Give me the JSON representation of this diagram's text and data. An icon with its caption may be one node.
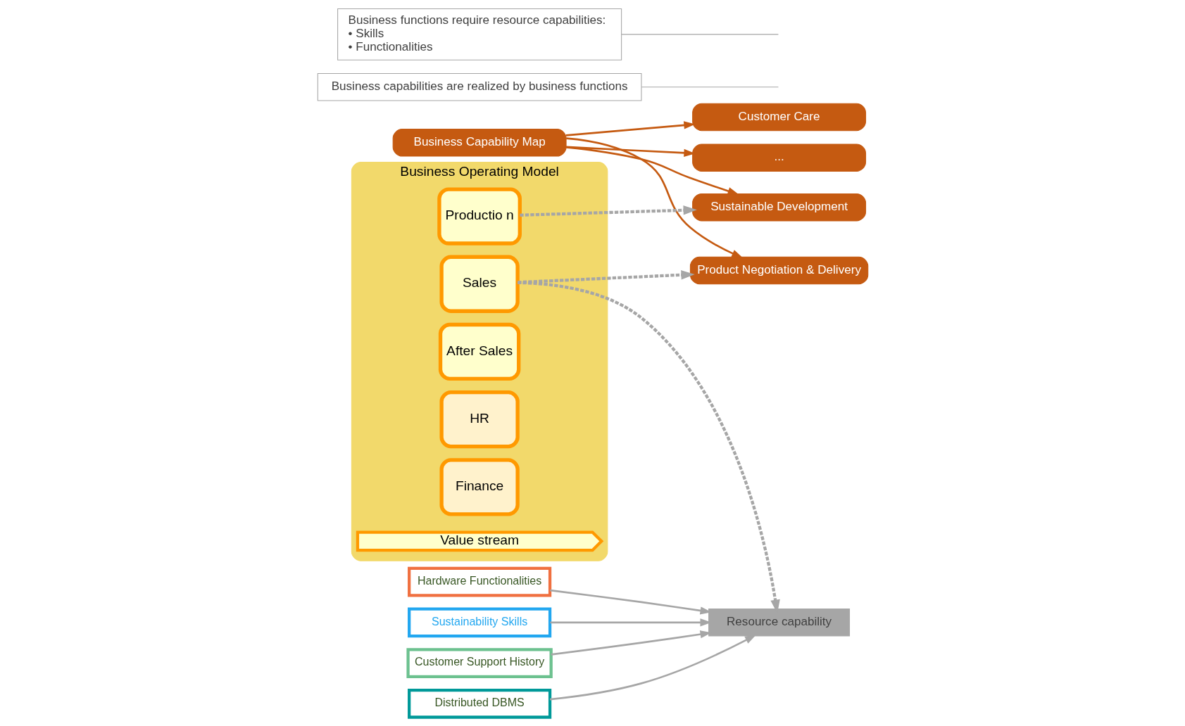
{
  "diagram": {
    "nodes": [
      {
        "text": [
          "Business Capability Map"
        ]
      },
      {
        "text": [
          "Sustainable Development"
        ]
      },
      {
        "text": [
          "Product Negotiation & Delivery"
        ]
      },
      {
        "text": [
          "Customer Care"
        ]
      },
      {
        "text": [
          "..."
        ]
      },
      {
        "text": [
          "Resource capability"
        ]
      },
      {
        "text": [
          "Sustainability Skills"
        ]
      },
      {
        "text": [
          "Customer Support History"
        ]
      },
      {
        "text": [
          "Distributed DBMS"
        ]
      },
      {
        "text": [
          "Hardware Functionalities"
        ]
      },
      {
        "text": [
          "Business Operating Model"
        ]
      },
      {
        "text": [
          "Sales"
        ],
        "in": 10
      },
      {
        "text": [
          "Productio n"
        ],
        "in": 10
      },
      {
        "text": [
          "After Sales"
        ],
        "in": 10
      },
      {
        "text": [
          "HR"
        ],
        "in": 10
      },
      {
        "text": [
          "Finance"
        ],
        "in": 10
      },
      {
        "text": [
          "Value stream"
        ],
        "in": 10
      },
      {
        "text": [
          "Business capabilities are realized by business functions"
        ]
      },
      {
        "text": [
          "Business functions require resource capabilities:",
          "• Skills",
          "• Functionalities"
        ]
      }
    ],
    "edges": [
      {
        "from": 0,
        "to": 1,
        "arrow": "to",
        "color": "#c55a11"
      },
      {
        "from": 0,
        "to": 2,
        "arrow": "to",
        "color": "#c55a11"
      },
      {
        "from": 0,
        "to": 3,
        "arrow": "to",
        "color": "#c55a11"
      },
      {
        "from": 0,
        "to": 4,
        "arrow": "to",
        "color": "#c55a11"
      },
      {
        "from": 6,
        "to": 5,
        "arrow": "to",
        "color": "#a6a6a6"
      },
      {
        "from": 7,
        "to": 5,
        "arrow": "to",
        "color": "#a6a6a6"
      },
      {
        "from": 8,
        "to": 5,
        "arrow": "to",
        "color": "#a6a6a6"
      },
      {
        "from": 9,
        "to": 5,
        "arrow": "to",
        "color": "#a6a6a6"
      },
      {
        "from": 12,
        "to": 1,
        "arrow": "to",
        "style": "dashed",
        "color": "#a6a6a6"
      },
      {
        "from": 11,
        "to": 2,
        "arrow": "to",
        "style": "dashed",
        "color": "#a6a6a6"
      },
      {
        "from": 11,
        "to": 5,
        "arrow": "to",
        "style": "dashed",
        "color": "#a6a6a6"
      },
      {
        "from": 17,
        "to": null,
        "arrow": "none",
        "color": "#a6a6a6"
      },
      {
        "from": 18,
        "to": null,
        "arrow": "none",
        "color": "#a6a6a6"
      }
    ]
  }
}
